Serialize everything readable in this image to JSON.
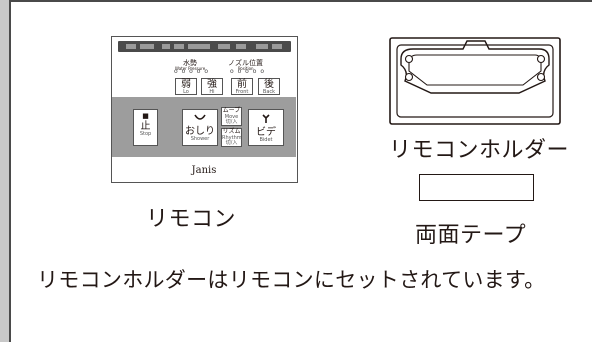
{
  "labels": {
    "remote": "リモコン",
    "holder": "リモコンホルダー",
    "tape": "両面テープ"
  },
  "note": "リモコンホルダーはリモコンにセットされています。",
  "remote_panel": {
    "water_force": "水勢",
    "water_force_en": "Water Pressure",
    "nozzle_position": "ノズル位置",
    "nozzle_position_en": "Position",
    "weak": "弱",
    "weak_en": "Lo",
    "strong": "強",
    "strong_en": "Hi",
    "front": "前",
    "front_en": "Front",
    "back": "後",
    "back_en": "Back",
    "stop": "止",
    "stop_en": "Stop",
    "shower": "おしり",
    "shower_en": "Shower",
    "move": "ムーブ",
    "move_en": "Move",
    "toggle": "切/入",
    "rhythm": "リズム",
    "rhythm_en": "Rhythm",
    "bidet": "ビデ",
    "bidet_en": "Bidet",
    "brand": "Janis"
  }
}
